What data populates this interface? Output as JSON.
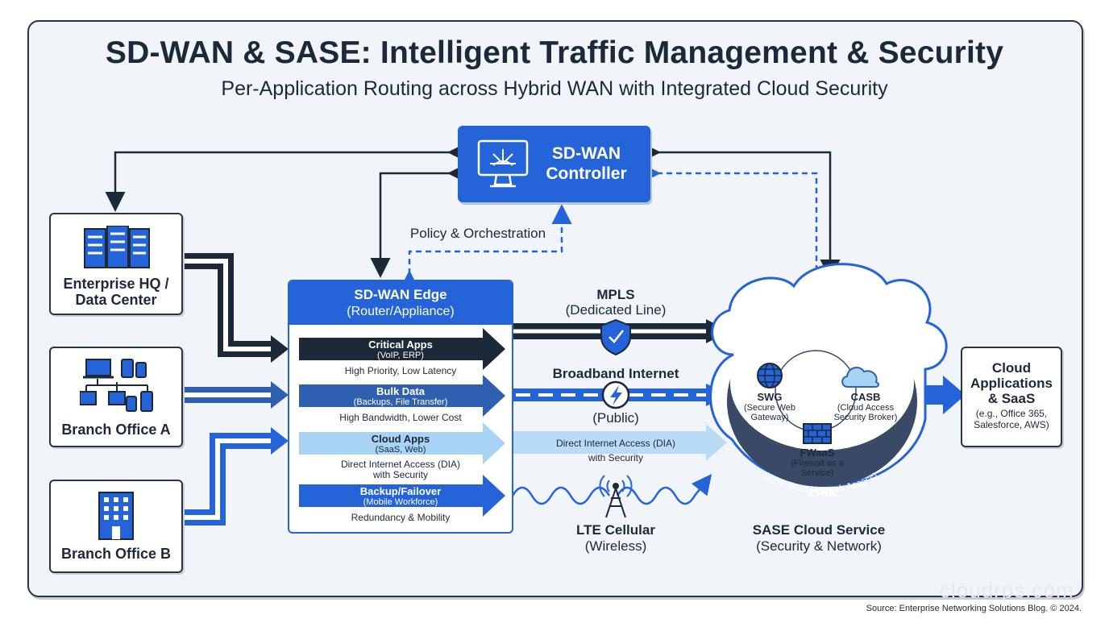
{
  "header": {
    "title": "SD-WAN & SASE: Intelligent Traffic Management & Security",
    "subtitle": "Per-Application Routing across Hybrid WAN with Integrated Cloud Security"
  },
  "controller": {
    "line1": "SD-WAN",
    "line2": "Controller"
  },
  "policy_label": "Policy & Orchestration",
  "sites": {
    "hq": {
      "line1": "Enterprise HQ /",
      "line2": "Data Center"
    },
    "branch_a": {
      "label": "Branch Office A"
    },
    "branch_b": {
      "label": "Branch Office B"
    }
  },
  "edge": {
    "title": "SD-WAN Edge",
    "subtitle": "(Router/Appliance)",
    "lanes": [
      {
        "name": "Critical Apps",
        "sub": "(VoIP, ERP)",
        "desc": "High Priority, Low Latency",
        "desc2": ""
      },
      {
        "name": "Bulk Data",
        "sub": "(Backups, File Transfer)",
        "desc": "High Bandwidth, Lower Cost",
        "desc2": ""
      },
      {
        "name": "Cloud Apps",
        "sub": "(SaaS, Web)",
        "desc": "Direct Internet Access (DIA)",
        "desc2": "with Security"
      },
      {
        "name": "Backup/Failover",
        "sub": "(Mobile Workforce)",
        "desc": "Redundancy & Mobility",
        "desc2": ""
      }
    ]
  },
  "links": {
    "mpls": {
      "title": "MPLS",
      "sub": "(Dedicated Line)"
    },
    "broadband": {
      "title": "Broadband Internet",
      "sub": "(Public)"
    },
    "dia": {
      "line1": "Direct Internet Access (DIA)",
      "line2": "with Security"
    },
    "lte": {
      "title": "LTE Cellular",
      "sub": "(Wireless)"
    }
  },
  "sase": {
    "swg": {
      "name": "SWG",
      "l1": "(Secure Web",
      "l2": "Gateway)"
    },
    "casb": {
      "name": "CASB",
      "l1": "(Cloud Access",
      "l2": "Security Broker)"
    },
    "fwaas": {
      "name": "FWaaS",
      "l1": "(Firewall as a",
      "l2": "Service)"
    },
    "ztna": {
      "name": "ZTNA",
      "sub": "(Zero Trust Network Access)"
    },
    "title": "SASE Cloud Service",
    "subtitle": "(Security & Network)"
  },
  "cloud_apps": {
    "l1": "Cloud",
    "l2": "Applications",
    "l3": "& SaaS",
    "l4": "(e.g., Office 365,",
    "l5": "Salesforce, AWS)"
  },
  "footer": "Source: Enterprise Networking Solutions Blog. © 2024.",
  "watermark": "cloudrps.com",
  "colors": {
    "navy": "#1d2838",
    "blue": "#2563d9",
    "mid_blue": "#2f5fb0",
    "light_blue": "#a9d3f5",
    "sase_ring": "#3a4a66"
  }
}
